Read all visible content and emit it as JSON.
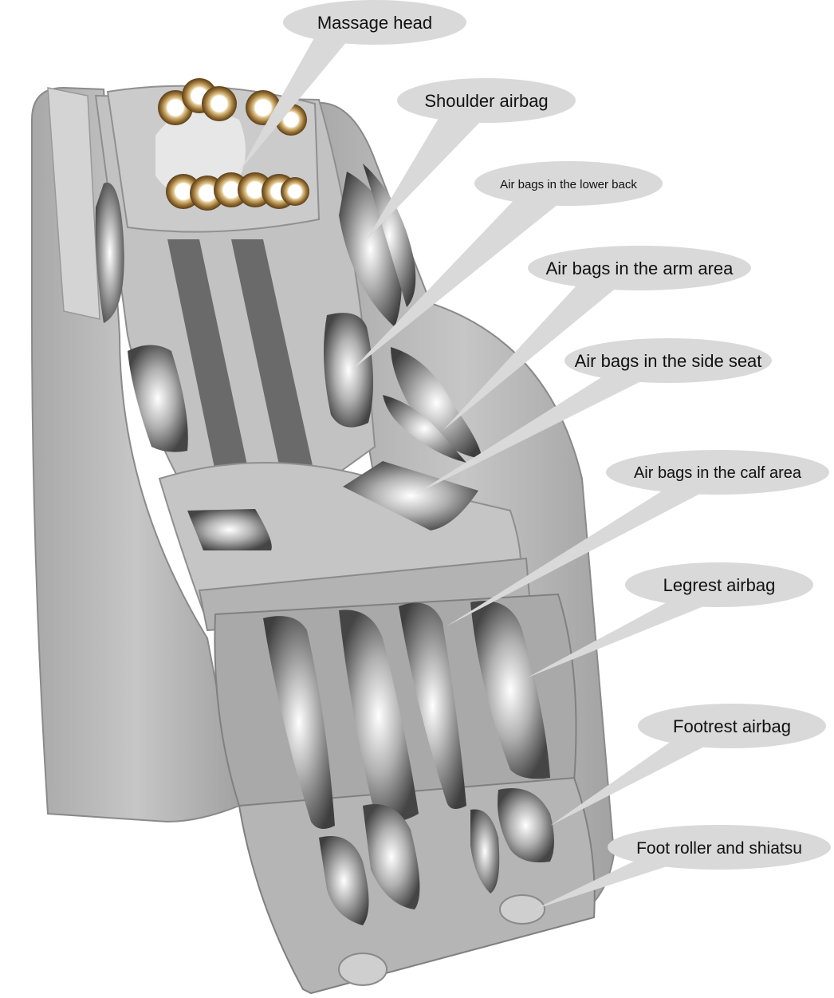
{
  "labels": {
    "massage_head": "Massage head",
    "shoulder_airbag": "Shoulder airbag",
    "lower_back": "Air bags in the lower back",
    "arm_area": "Air bags in the arm area",
    "side_seat": "Air bags in the side seat",
    "calf_area": "Air bags in the calf area",
    "legrest": "Legrest airbag",
    "footrest": "Footrest airbag",
    "foot_roller": "Foot roller and shiatsu"
  },
  "colors": {
    "callout_fill": "#d9d9d9",
    "chair_body": "#b9b9b9",
    "chair_dark": "#6a6a6a",
    "roller_gold": "#b08a4a"
  }
}
